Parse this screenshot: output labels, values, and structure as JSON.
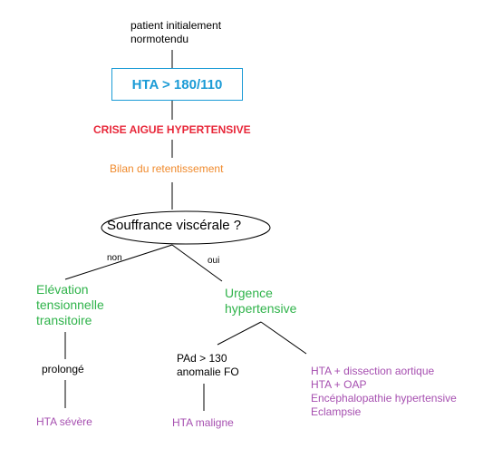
{
  "start": {
    "line1": "patient initialement",
    "line2": "normotendu"
  },
  "box": {
    "label": "HTA > 180/110"
  },
  "crisis": {
    "label": "CRISE AIGUE HYPERTENSIVE"
  },
  "assessment": {
    "label": "Bilan du retentissement"
  },
  "decision": {
    "label": "Souffrance viscérale ?"
  },
  "branches": {
    "no": "non",
    "yes": "oui"
  },
  "left": {
    "title_lines": [
      "Elévation",
      "tensionnelle",
      "transitoire"
    ],
    "condition": "prolongé",
    "result": "HTA sévère"
  },
  "right": {
    "title_lines": [
      "Urgence",
      "hypertensive"
    ],
    "sub_left": {
      "criteria_lines": [
        "PAd > 130",
        "anomalie FO"
      ],
      "result": "HTA maligne"
    },
    "sub_right": {
      "items": [
        "HTA + dissection aortique",
        "HTA + OAP",
        "Encéphalopathie hypertensive",
        "Eclampsie"
      ]
    }
  },
  "colors": {
    "box": "#1b9bd6",
    "crisis": "#e8283a",
    "assessment": "#f08a2c",
    "green": "#2fb34a",
    "purple": "#a64fb0"
  }
}
